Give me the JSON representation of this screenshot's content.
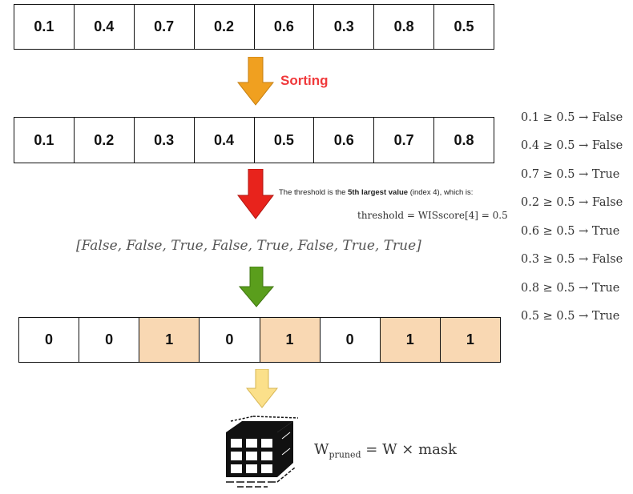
{
  "original_values": [
    "0.1",
    "0.4",
    "0.7",
    "0.2",
    "0.6",
    "0.3",
    "0.8",
    "0.5"
  ],
  "sorting_label": "Sorting",
  "sorted_values": [
    "0.1",
    "0.2",
    "0.3",
    "0.4",
    "0.5",
    "0.6",
    "0.7",
    "0.8"
  ],
  "threshold_text": {
    "prefix": "The threshold is the ",
    "bold": "5th largest value",
    "suffix": " (index 4), which is:"
  },
  "threshold_equation": "threshold = WISscore[4] = 0.5",
  "boolean_list": "[False, False, True, False, True, False, True, True]",
  "comparisons": [
    "0.1 ≥ 0.5 → False",
    "0.4 ≥ 0.5 → False",
    "0.7 ≥ 0.5 → True",
    "0.2 ≥ 0.5 → False",
    "0.6 ≥ 0.5 → True",
    "0.3 ≥ 0.5 → False",
    "0.8 ≥ 0.5 → True",
    "0.5 ≥ 0.5 → True"
  ],
  "mask_values": [
    "0",
    "0",
    "1",
    "0",
    "1",
    "0",
    "1",
    "1"
  ],
  "mask_highlight": [
    false,
    false,
    true,
    false,
    true,
    false,
    true,
    true
  ],
  "formula": {
    "w": "W",
    "sub": "pruned",
    "rest": " = W × mask"
  },
  "colors": {
    "arrow_1": "#f0a020",
    "arrow_2": "#e8231c",
    "arrow_3": "#5a9e1c",
    "arrow_4": "#fbe08a",
    "highlight": "#f9d8b3",
    "sorting_label": "#f0393b"
  },
  "icons": [
    "cube-grid-icon"
  ]
}
